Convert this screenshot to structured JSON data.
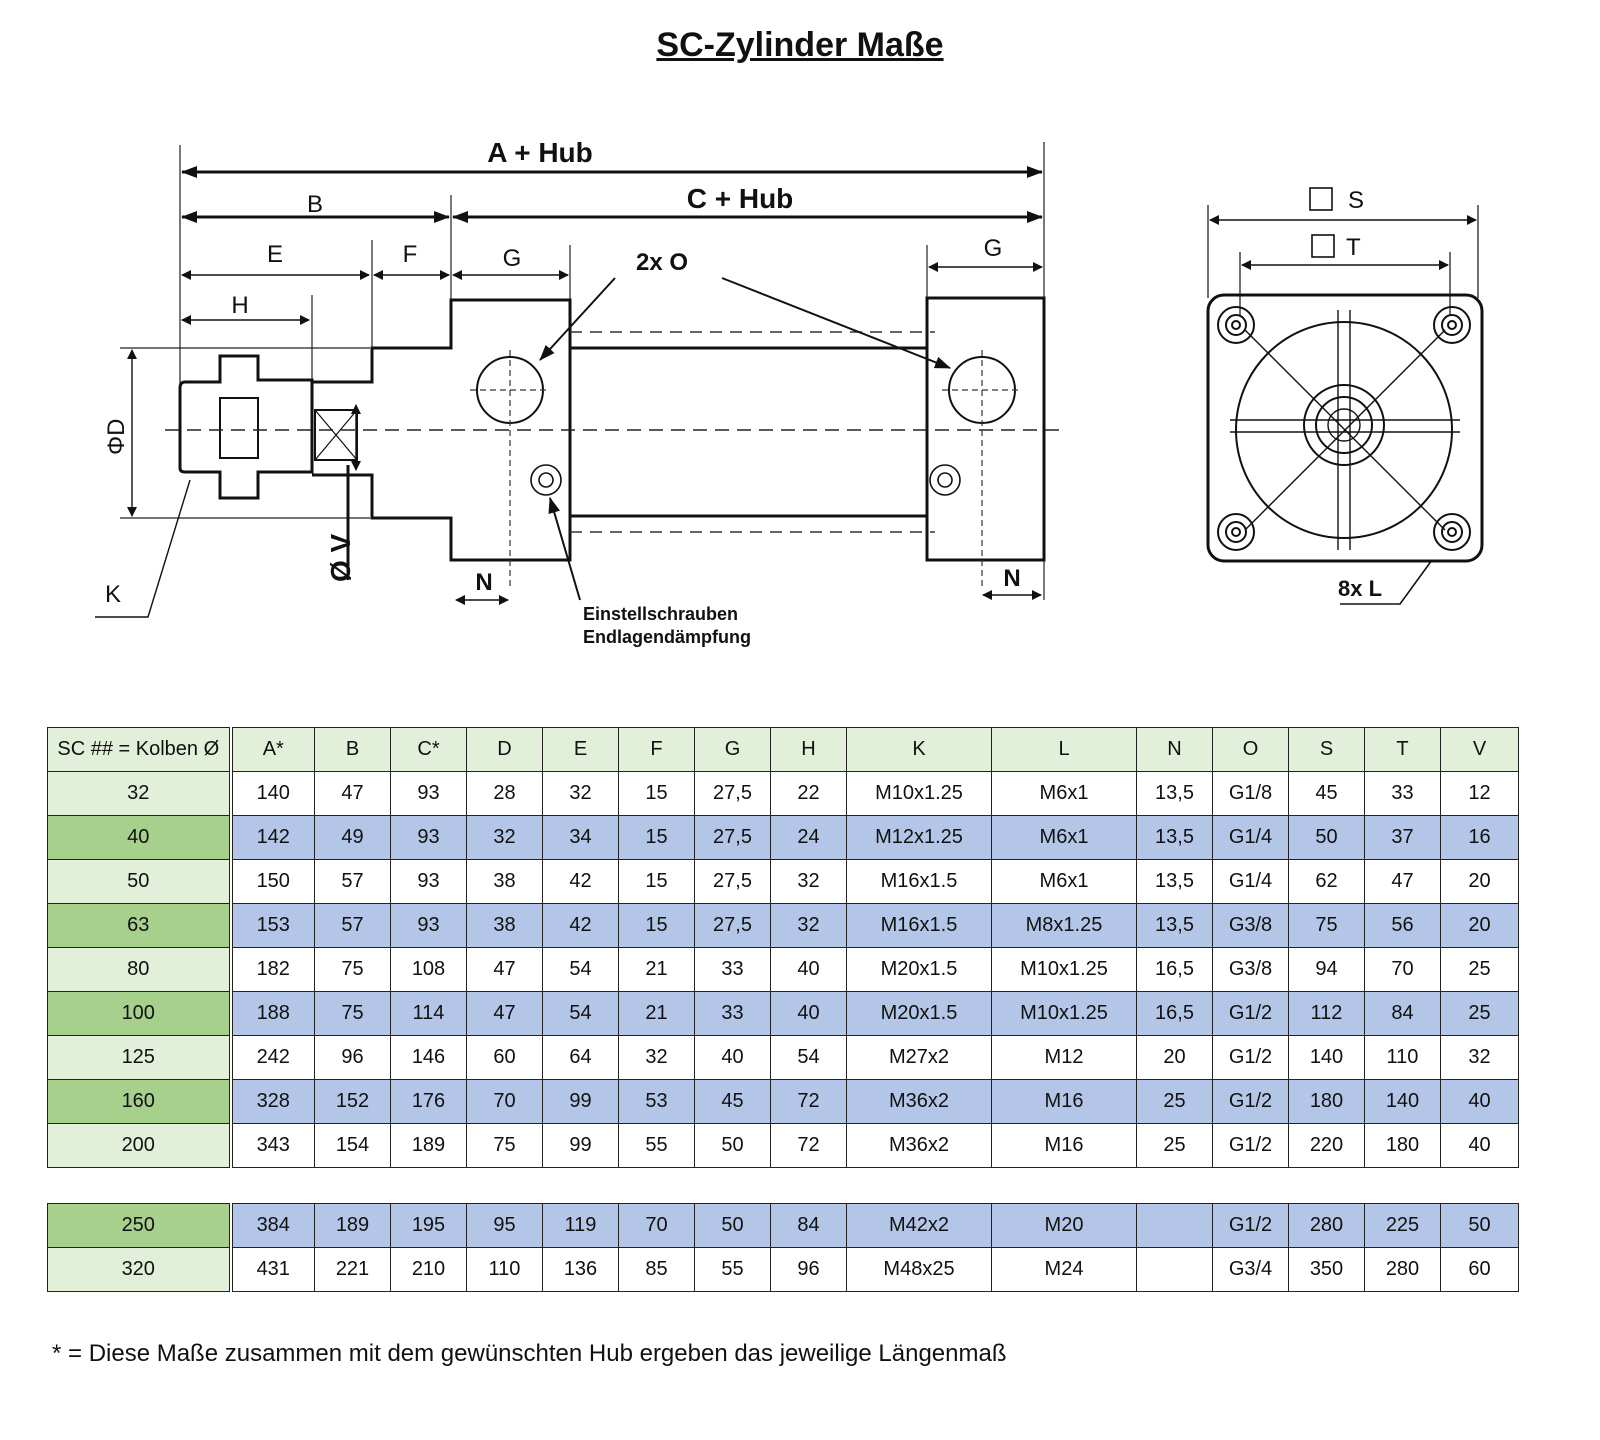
{
  "title": "SC-Zylinder Maße",
  "drawing": {
    "labels": {
      "a_hub": "A + Hub",
      "c_hub": "C + Hub",
      "b": "B",
      "e": "E",
      "f": "F",
      "g": "G",
      "h": "H",
      "o": "2x O",
      "d": "ΦD",
      "v": "Ø V",
      "k": "K",
      "n": "N",
      "s": "S",
      "t": "T",
      "l": "8x L",
      "note_line1": "Einstellschrauben",
      "note_line2": "Endlagendämpfung"
    }
  },
  "table": {
    "headers": [
      "SC ## = Kolben Ø",
      "A*",
      "B",
      "C*",
      "D",
      "E",
      "F",
      "G",
      "H",
      "K",
      "L",
      "N",
      "O",
      "S",
      "T",
      "V"
    ],
    "rows": [
      [
        "32",
        "140",
        "47",
        "93",
        "28",
        "32",
        "15",
        "27,5",
        "22",
        "M10x1.25",
        "M6x1",
        "13,5",
        "G1/8",
        "45",
        "33",
        "12"
      ],
      [
        "40",
        "142",
        "49",
        "93",
        "32",
        "34",
        "15",
        "27,5",
        "24",
        "M12x1.25",
        "M6x1",
        "13,5",
        "G1/4",
        "50",
        "37",
        "16"
      ],
      [
        "50",
        "150",
        "57",
        "93",
        "38",
        "42",
        "15",
        "27,5",
        "32",
        "M16x1.5",
        "M6x1",
        "13,5",
        "G1/4",
        "62",
        "47",
        "20"
      ],
      [
        "63",
        "153",
        "57",
        "93",
        "38",
        "42",
        "15",
        "27,5",
        "32",
        "M16x1.5",
        "M8x1.25",
        "13,5",
        "G3/8",
        "75",
        "56",
        "20"
      ],
      [
        "80",
        "182",
        "75",
        "108",
        "47",
        "54",
        "21",
        "33",
        "40",
        "M20x1.5",
        "M10x1.25",
        "16,5",
        "G3/8",
        "94",
        "70",
        "25"
      ],
      [
        "100",
        "188",
        "75",
        "114",
        "47",
        "54",
        "21",
        "33",
        "40",
        "M20x1.5",
        "M10x1.25",
        "16,5",
        "G1/2",
        "112",
        "84",
        "25"
      ],
      [
        "125",
        "242",
        "96",
        "146",
        "60",
        "64",
        "32",
        "40",
        "54",
        "M27x2",
        "M12",
        "20",
        "G1/2",
        "140",
        "110",
        "32"
      ],
      [
        "160",
        "328",
        "152",
        "176",
        "70",
        "99",
        "53",
        "45",
        "72",
        "M36x2",
        "M16",
        "25",
        "G1/2",
        "180",
        "140",
        "40"
      ],
      [
        "200",
        "343",
        "154",
        "189",
        "75",
        "99",
        "55",
        "50",
        "72",
        "M36x2",
        "M16",
        "25",
        "G1/2",
        "220",
        "180",
        "40"
      ]
    ],
    "large_rows": [
      [
        "250",
        "384",
        "189",
        "195",
        "95",
        "119",
        "70",
        "50",
        "84",
        "M42x2",
        "M20",
        "",
        "G1/2",
        "280",
        "225",
        "50"
      ],
      [
        "320",
        "431",
        "221",
        "210",
        "110",
        "136",
        "85",
        "55",
        "96",
        "M48x25",
        "M24",
        "",
        "G3/4",
        "350",
        "280",
        "60"
      ]
    ]
  },
  "footnote": "* = Diese Maße zusammen mit dem gewünschten Hub ergeben das jeweilige Längenmaß"
}
